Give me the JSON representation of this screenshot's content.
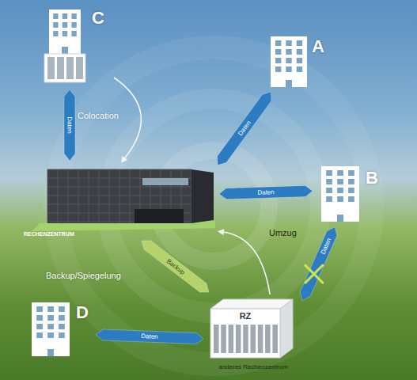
{
  "diagram": {
    "nodes": [
      {
        "text": [
          "C"
        ]
      },
      {
        "text": [
          "A"
        ]
      },
      {
        "text": [
          "RECHENZENTRUM"
        ]
      },
      {
        "text": [
          "B"
        ]
      },
      {
        "text": [
          "RZ",
          "anderes Rechenzentrum"
        ]
      },
      {
        "text": [
          "D"
        ]
      }
    ],
    "edges": [
      {
        "from": 0,
        "to": 2,
        "label": "Daten",
        "arrow": "both"
      },
      {
        "from": 1,
        "to": 2,
        "label": "Daten",
        "arrow": "both"
      },
      {
        "from": 3,
        "to": 2,
        "label": "Daten",
        "arrow": "both"
      },
      {
        "from": 5,
        "to": 4,
        "label": "Daten",
        "arrow": "both"
      },
      {
        "from": 4,
        "to": 3,
        "label": "Daten",
        "arrow": "both"
      },
      {
        "from": 2,
        "to": 4,
        "label": "Backup",
        "arrow": "both"
      },
      {
        "from": 0,
        "to": 2,
        "label": "Colocation",
        "arrow": "to"
      },
      {
        "from": 4,
        "to": 2,
        "label": "Umzug",
        "arrow": "to"
      }
    ],
    "labels": [
      "Backup/Spiegelung"
    ]
  }
}
